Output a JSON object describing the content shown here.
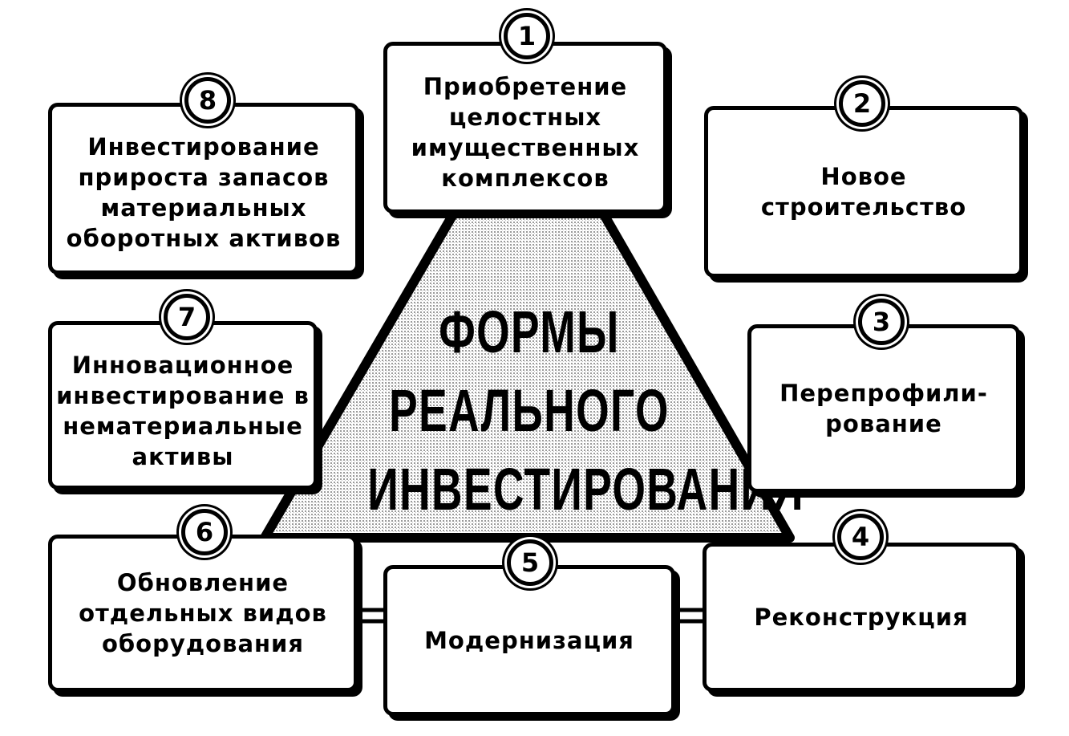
{
  "center": {
    "lines": [
      "ФОРМЫ",
      "РЕАЛЬНОГО",
      "ИНВЕСТИРОВАНИЯ"
    ]
  },
  "items": [
    {
      "number": "1",
      "text": "Приобретение\nцелостных\nимущественных\nкомплексов"
    },
    {
      "number": "2",
      "text": "Новое\nстроительство"
    },
    {
      "number": "3",
      "text": "Перепрофили-\nрование"
    },
    {
      "number": "4",
      "text": "Реконструкция"
    },
    {
      "number": "5",
      "text": "Модернизация"
    },
    {
      "number": "6",
      "text": "Обновление\nотдельных видов\nоборудования"
    },
    {
      "number": "7",
      "text": "Инновационное\nинвестирование в\nнематериальные\nактивы"
    },
    {
      "number": "8",
      "text": "Инвестирование\nприроста запасов\nматериальных\nоборотных активов"
    }
  ],
  "colors": {
    "ink": "#000000",
    "paper": "#ffffff",
    "fill": "#d9d9d9"
  }
}
